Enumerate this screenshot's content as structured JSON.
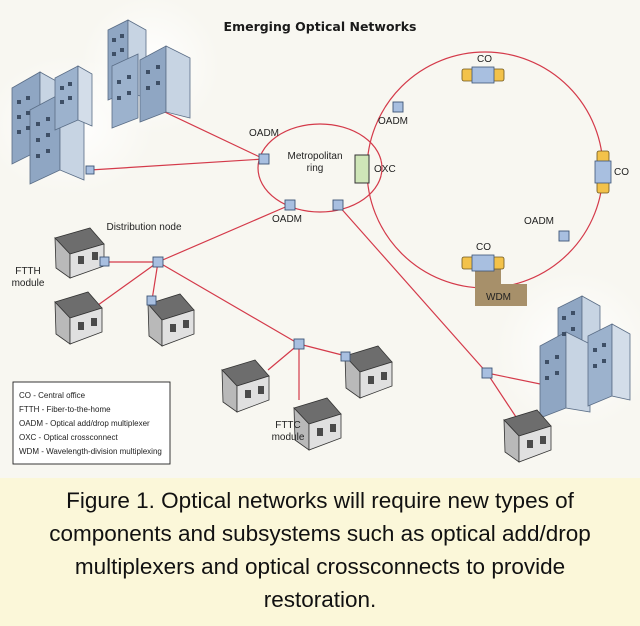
{
  "figure": {
    "title": "Emerging Optical Networks",
    "labels": {
      "oadm_metro_left": "OADM",
      "oadm_metro_bottom": "OADM",
      "oadm_ring_top": "OADM",
      "oadm_ring_bottom": "OADM",
      "metro_ring": "Metropolitan ring",
      "oxc": "OXC",
      "co_top": "CO",
      "co_right": "CO",
      "co_bottom": "CO",
      "wdm": "WDM",
      "distribution_node": "Distribution node",
      "ftth_module": "FTTH module",
      "fttc_module": "FTTC module"
    },
    "legend": [
      "CO - Central office",
      "FTTH - Fiber-to-the-home",
      "OADM - Optical add/drop multiplexer",
      "OXC - Optical crossconnect",
      "WDM - Wavelength-division multiplexing"
    ]
  },
  "caption": "Figure 1. Optical networks will require new types of components and subsystems such as optical add/drop multiplexers and optical crossconnects to provide restoration.",
  "colors": {
    "link": "#d43a4a",
    "node_fill": "#a8bfe0",
    "co_fill": "#f3c24a",
    "oxc_fill": "#cfe6b8",
    "wdm_fill": "#a7906a",
    "caption_bg": "#fbf7d9"
  }
}
